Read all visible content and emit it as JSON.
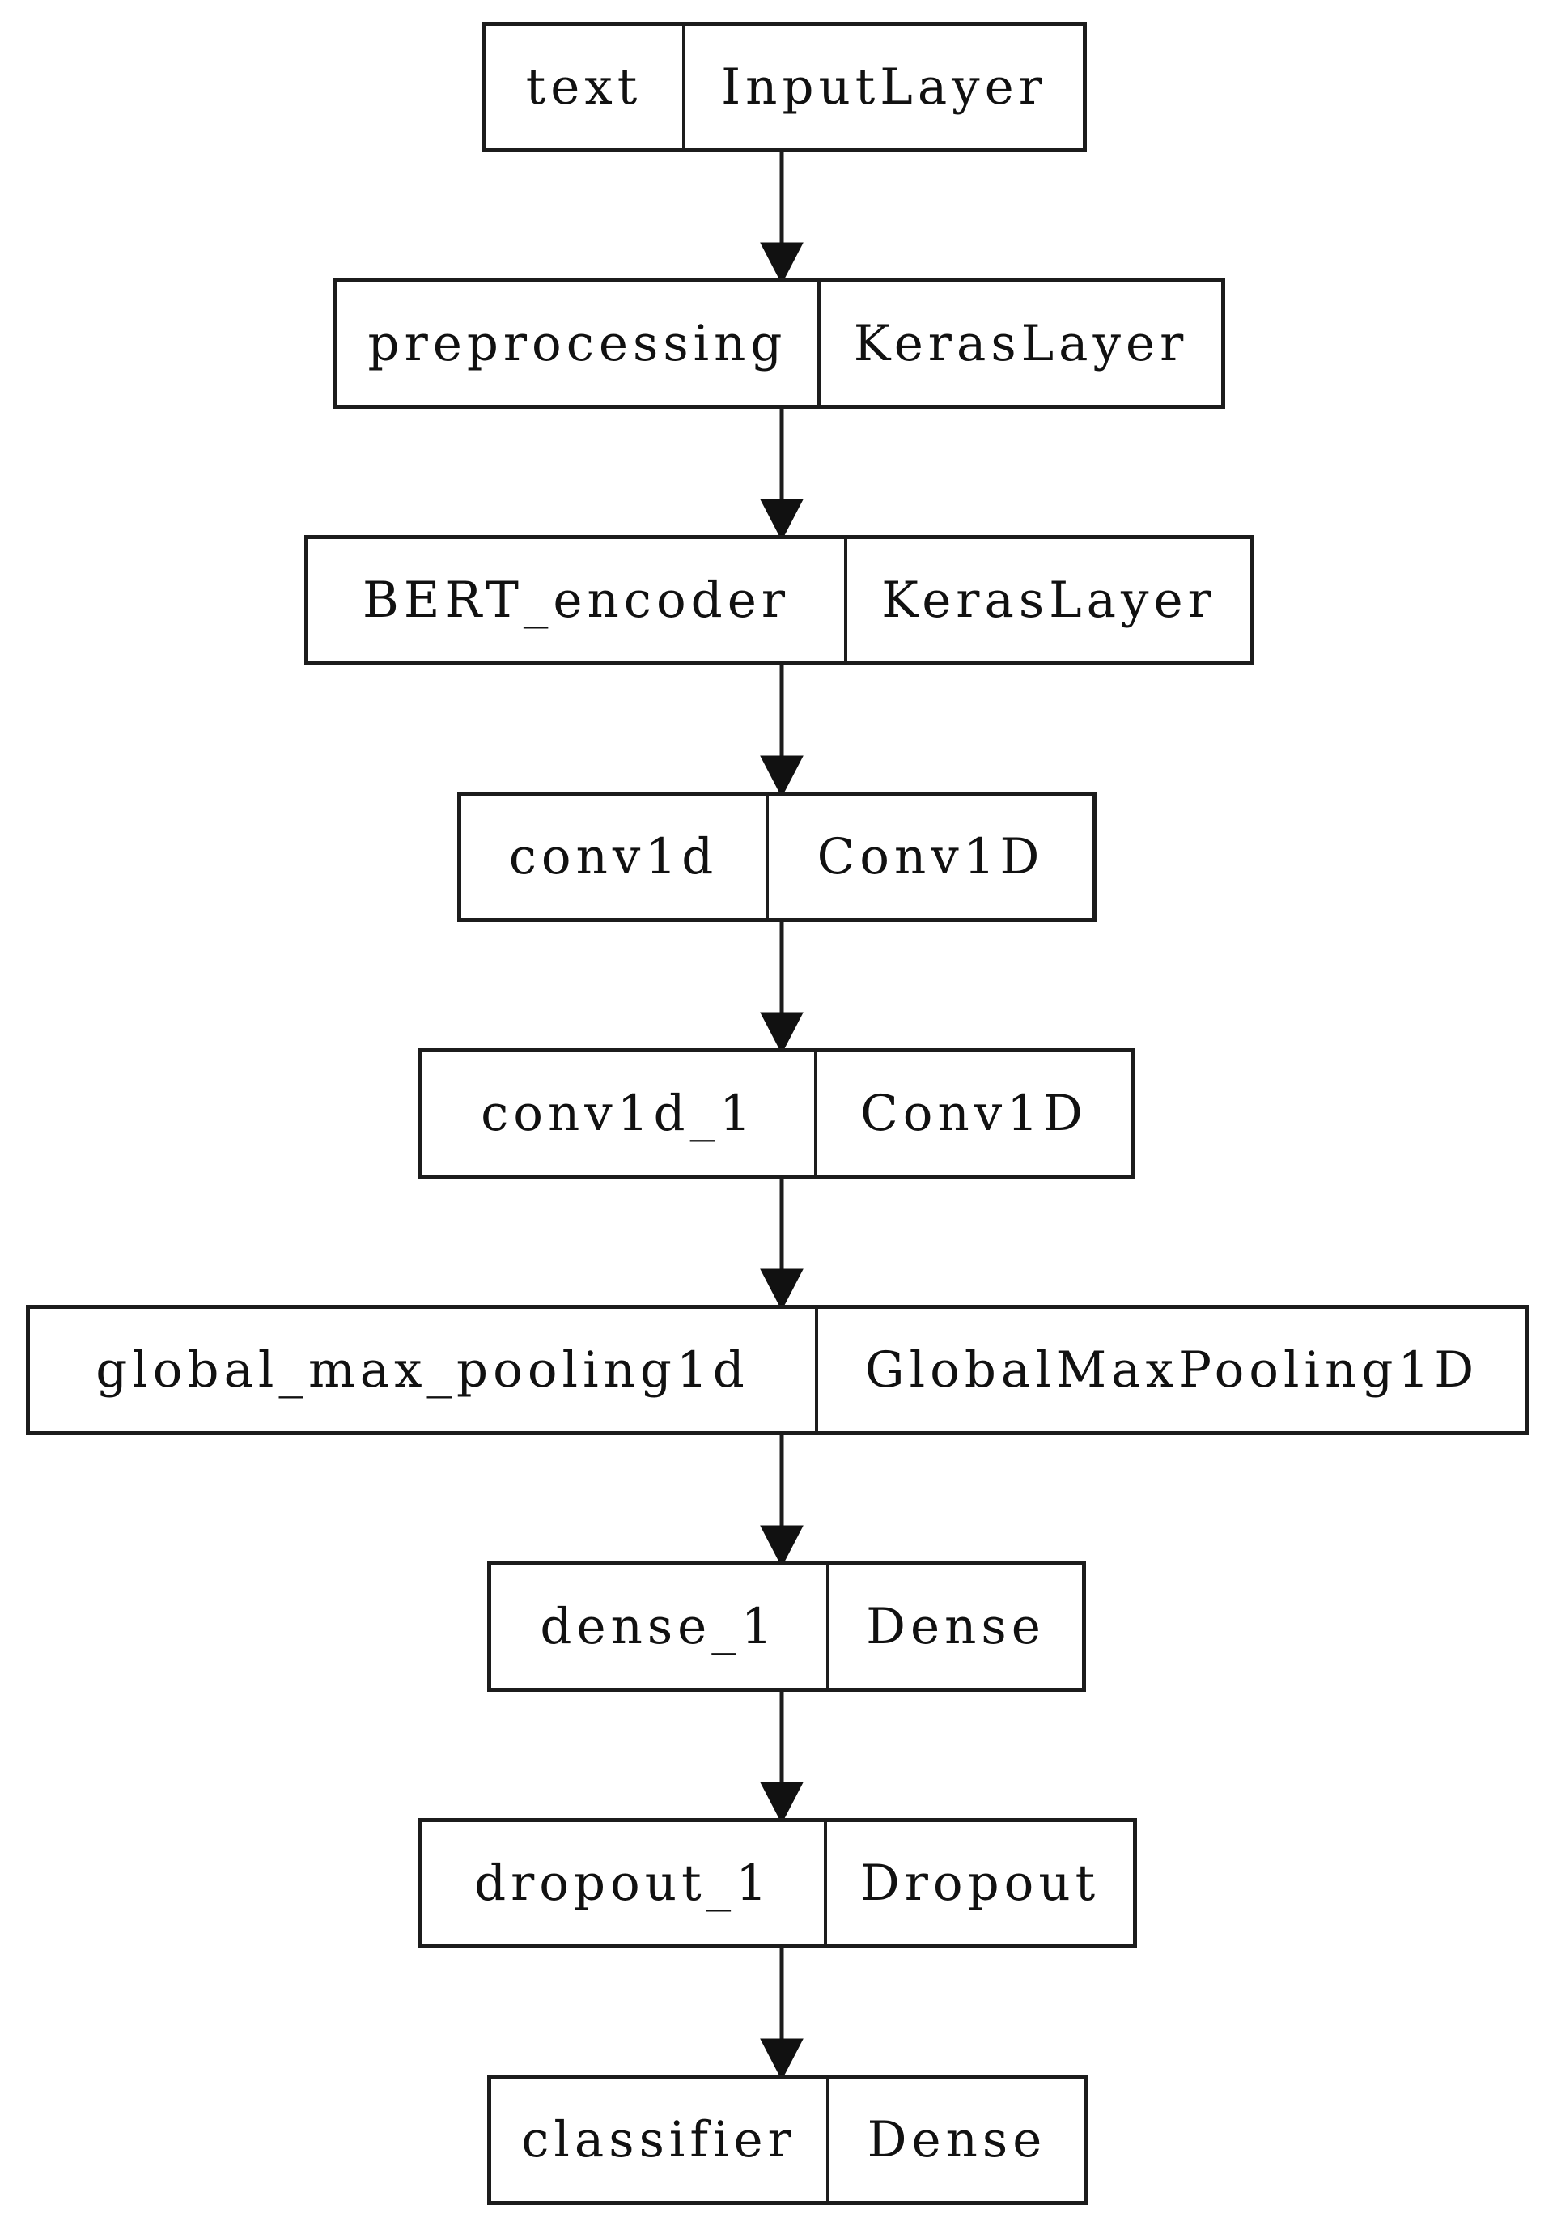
{
  "diagram": {
    "kind": "keras-model-plot",
    "background_color": "#ffffff",
    "line_color": "#1c1c1c",
    "text_color": "#111111",
    "nodes": [
      {
        "name": "text",
        "type": "InputLayer"
      },
      {
        "name": "preprocessing",
        "type": "KerasLayer"
      },
      {
        "name": "BERT_encoder",
        "type": "KerasLayer"
      },
      {
        "name": "conv1d",
        "type": "Conv1D"
      },
      {
        "name": "conv1d_1",
        "type": "Conv1D"
      },
      {
        "name": "global_max_pooling1d",
        "type": "GlobalMaxPooling1D"
      },
      {
        "name": "dense_1",
        "type": "Dense"
      },
      {
        "name": "dropout_1",
        "type": "Dropout"
      },
      {
        "name": "classifier",
        "type": "Dense"
      }
    ],
    "edges": [
      {
        "from": "text",
        "to": "preprocessing"
      },
      {
        "from": "preprocessing",
        "to": "BERT_encoder"
      },
      {
        "from": "BERT_encoder",
        "to": "conv1d"
      },
      {
        "from": "conv1d",
        "to": "conv1d_1"
      },
      {
        "from": "conv1d_1",
        "to": "global_max_pooling1d"
      },
      {
        "from": "global_max_pooling1d",
        "to": "dense_1"
      },
      {
        "from": "dense_1",
        "to": "dropout_1"
      },
      {
        "from": "dropout_1",
        "to": "classifier"
      }
    ]
  }
}
